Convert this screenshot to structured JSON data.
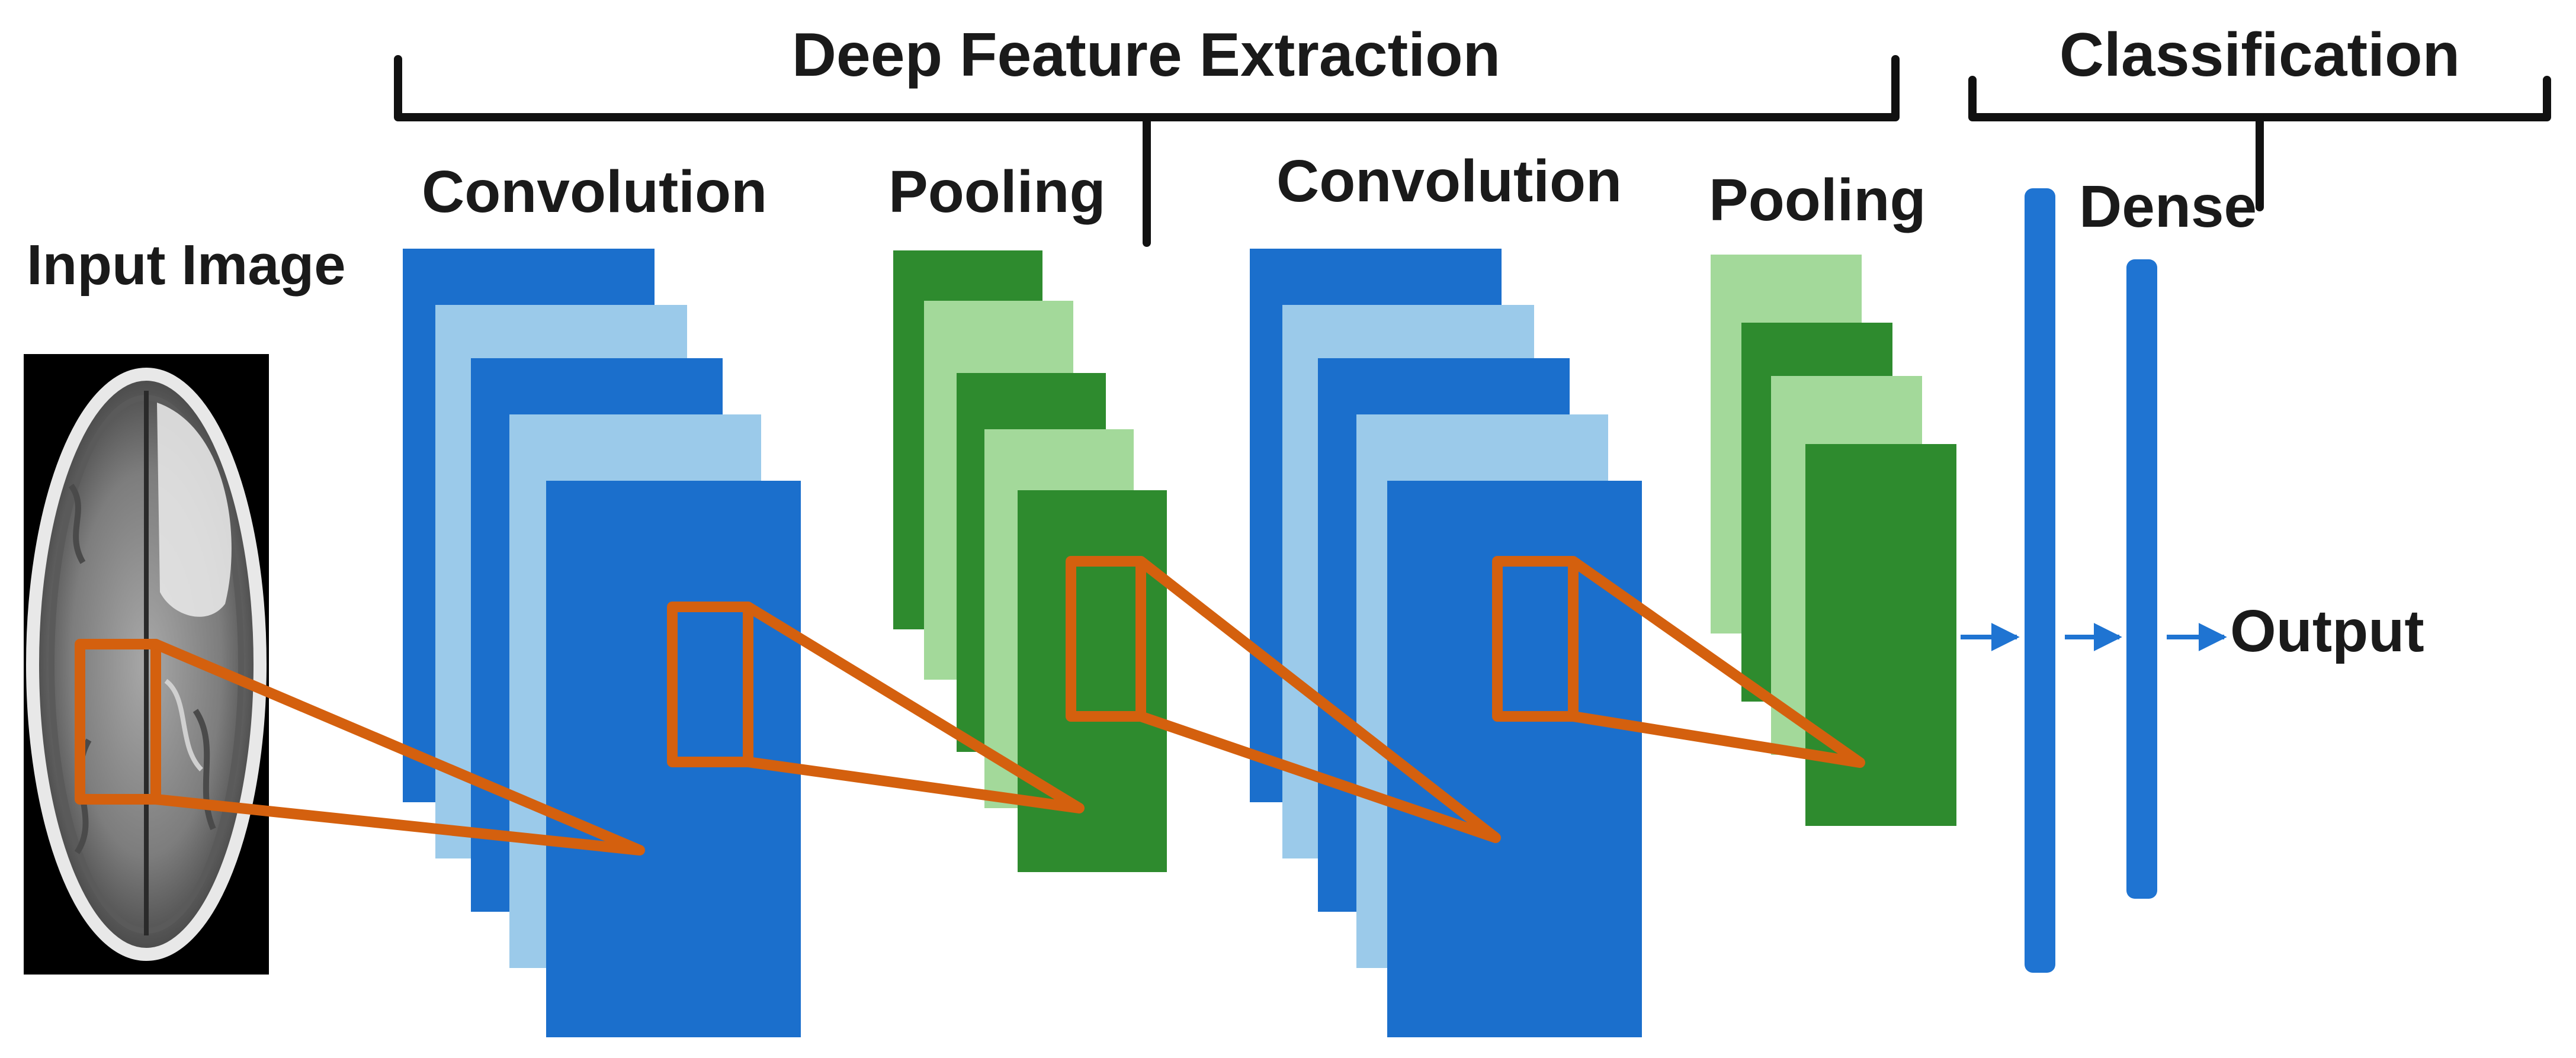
{
  "labels": {
    "input_image": "Input Image",
    "deep_feature_extraction": "Deep Feature Extraction",
    "classification": "Classification",
    "convolution_1": "Convolution",
    "pooling_1": "Pooling",
    "convolution_2": "Convolution",
    "pooling_2": "Pooling",
    "dense": "Dense",
    "output": "Output"
  },
  "colors": {
    "conv_dark": "#1b6fcc",
    "conv_light": "#9bcaea",
    "pool_dark": "#2e8b2e",
    "pool_light": "#a3d99a",
    "dense": "#1f74d2",
    "kernel": "#d4600e",
    "bracket": "#111111",
    "scan_background": "#000000"
  },
  "icons": {
    "input_image": "brain-mri-scan-image"
  }
}
